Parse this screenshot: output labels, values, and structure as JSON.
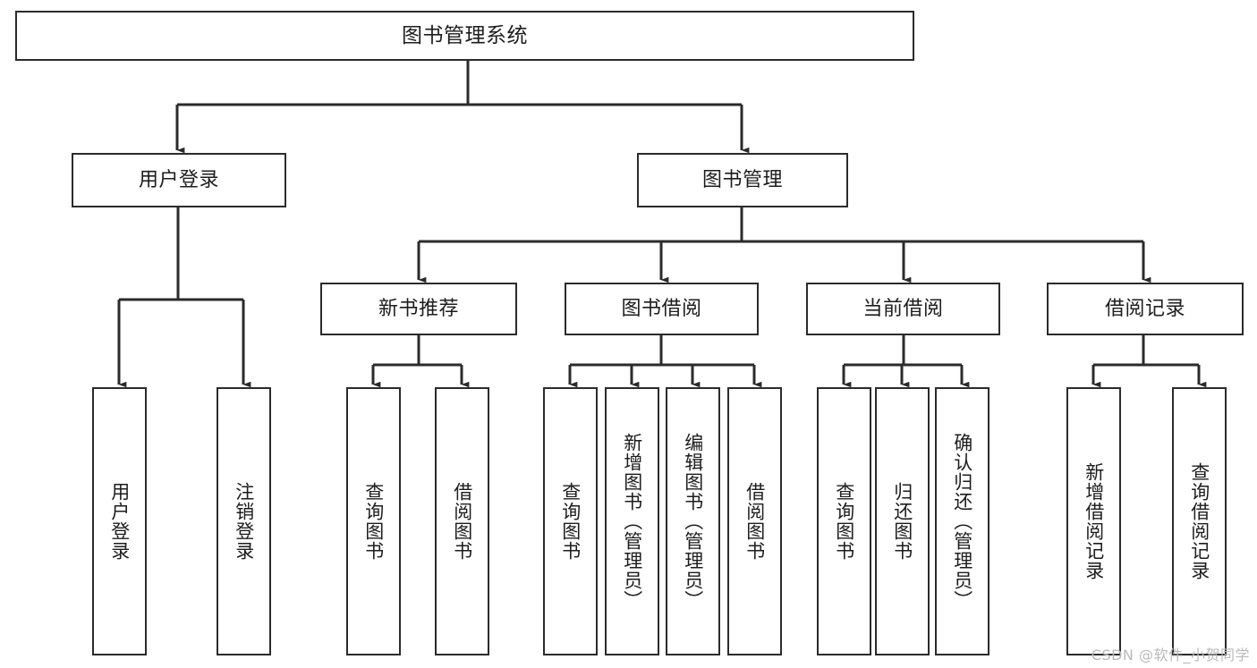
{
  "diagram": {
    "title": "图书管理系统",
    "type": "tree-hierarchy-chart",
    "watermark": "CSDN @软件_小贺同学",
    "colors": {
      "stroke": "#2b2b2b",
      "fill": "#ffffff",
      "text": "#1d1d1d",
      "watermark": "#b9b9b9"
    },
    "nodes": {
      "root": {
        "label": "图书管理系统"
      },
      "level2": [
        {
          "id": "user-login",
          "label": "用户登录"
        },
        {
          "id": "book-management",
          "label": "图书管理"
        }
      ],
      "level3": [
        {
          "id": "new-book-recommend",
          "label": "新书推荐"
        },
        {
          "id": "book-borrow",
          "label": "图书借阅"
        },
        {
          "id": "current-borrow",
          "label": "当前借阅"
        },
        {
          "id": "borrow-record",
          "label": "借阅记录"
        }
      ],
      "leaves": {
        "user_login": [
          {
            "id": "leaf-user-login",
            "label": "用户登录"
          },
          {
            "id": "leaf-logout-login",
            "label": "注销登录"
          }
        ],
        "new_book_recommend": [
          {
            "id": "leaf-query-book-1",
            "label": "查询图书"
          },
          {
            "id": "leaf-borrow-book-1",
            "label": "借阅图书"
          }
        ],
        "book_borrow": [
          {
            "id": "leaf-query-book-2",
            "label": "查询图书"
          },
          {
            "id": "leaf-add-book-admin",
            "label": "新增图书（管理员）"
          },
          {
            "id": "leaf-edit-book-admin",
            "label": "编辑图书（管理员）"
          },
          {
            "id": "leaf-borrow-book-2",
            "label": "借阅图书"
          }
        ],
        "current_borrow": [
          {
            "id": "leaf-query-book-3",
            "label": "查询图书"
          },
          {
            "id": "leaf-return-book",
            "label": "归还图书"
          },
          {
            "id": "leaf-confirm-return-admin",
            "label": "确认归还（管理员）"
          }
        ],
        "borrow_record": [
          {
            "id": "leaf-add-borrow-record",
            "label": "新增借阅记录"
          },
          {
            "id": "leaf-query-borrow-record",
            "label": "查询借阅记录"
          }
        ]
      }
    }
  }
}
